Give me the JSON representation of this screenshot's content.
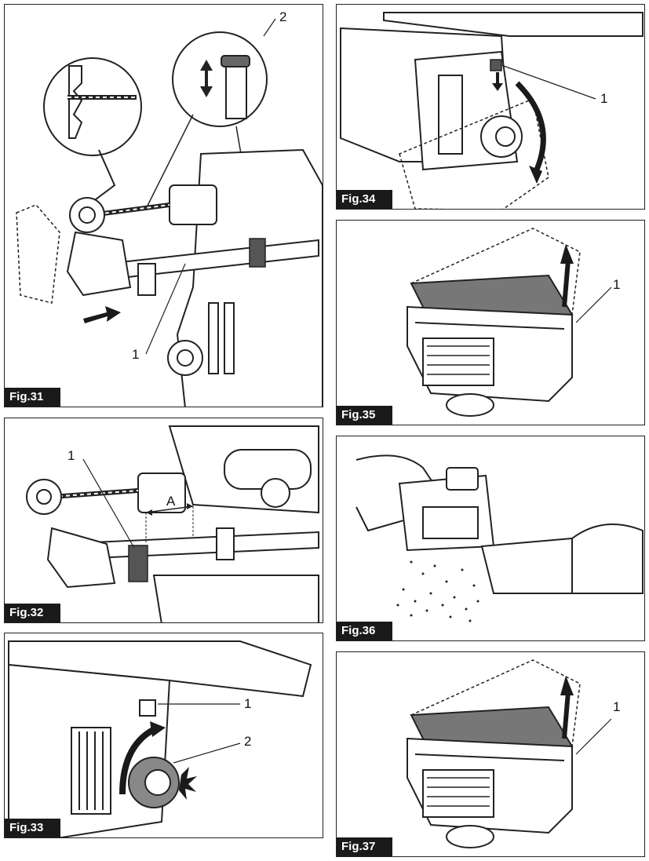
{
  "figures": [
    {
      "label": "Fig.31",
      "callouts": [
        "1",
        "2"
      ]
    },
    {
      "label": "Fig.32",
      "callouts": [
        "1",
        "A"
      ]
    },
    {
      "label": "Fig.33",
      "callouts": [
        "1",
        "2"
      ]
    },
    {
      "label": "Fig.34",
      "callouts": [
        "1"
      ]
    },
    {
      "label": "Fig.35",
      "callouts": [
        "1"
      ]
    },
    {
      "label": "Fig.36",
      "callouts": []
    },
    {
      "label": "Fig.37",
      "callouts": [
        "1"
      ]
    }
  ],
  "colors": {
    "ink": "#1a1a1a",
    "shade": "#7a7a7a",
    "paper": "#ffffff"
  },
  "icons": [
    "arrow-icon",
    "rotate-arrow-icon",
    "click-burst-icon",
    "magnifier-circle-icon"
  ]
}
